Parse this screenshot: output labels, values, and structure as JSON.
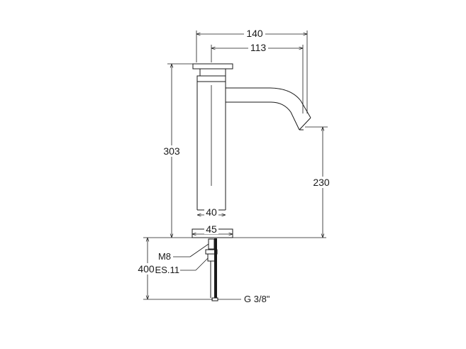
{
  "dimensions": {
    "overall_reach": "140",
    "spout_reach": "113",
    "body_height": "303",
    "spout_height": "230",
    "body_width_top": "40",
    "base_width": "45",
    "below_deck_length": "400"
  },
  "callouts": {
    "thread": "M8",
    "key_size": "ES.11",
    "connection": "G 3/8\""
  }
}
